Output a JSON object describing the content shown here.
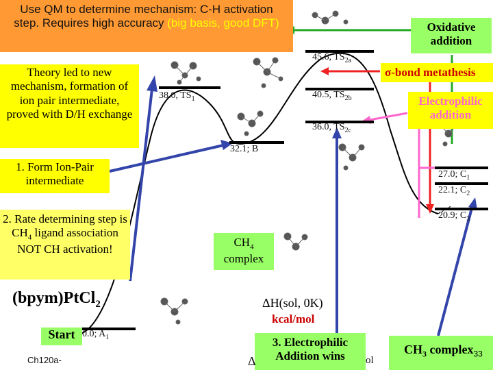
{
  "slide": {
    "title_box": {
      "text_main": "Use QM to determine mechanism: C-H activation step. Requires high accuracy ",
      "text_highlight": "(big basis, good DFT)"
    },
    "theory_box": "Theory led to new mechanism, formation of ion pair intermediate, proved with D/H exchange",
    "step1_box": "1. Form Ion-Pair intermediate",
    "step2_box": {
      "part1": "2. Rate determining step is CH",
      "sub": "4",
      "part2": " ligand association NOT CH activation!"
    },
    "catalyst_label": {
      "main": "(bpym)PtCl",
      "sub": "2"
    },
    "start_label": "Start",
    "footer_course": "Ch120a-",
    "ch4_complex": {
      "main": "CH",
      "sub": "4",
      "rest": " complex"
    },
    "dh_label": "ΔH(sol, 0K)",
    "dh_unit": "kcal/mol",
    "step3_box": "3. Electrophilic Addition wins",
    "ch3_complex": {
      "main": "CH",
      "sub": "3",
      "rest": " complex"
    },
    "slide_number": "33",
    "oxidative_box": "Oxidative addition",
    "sigma_box": "σ-bond metathesis",
    "electrophilic_box": "Electrophilic addition",
    "bottom_fragment": "Δ",
    "bottom_fragment2": "ol"
  },
  "energy_levels": {
    "ts2a": "45.6, TS",
    "ts2a_sub": "2a",
    "ts2b": "40.5, TS",
    "ts2b_sub": "2b",
    "ts1": "38.0, TS",
    "ts1_sub": "1",
    "ts2c": "36.0, TS",
    "ts2c_sub": "2c",
    "b": "32.1; B",
    "c1": "27.0; C",
    "c1_sub": "1",
    "c2": "22.1; C",
    "c2_sub": "2",
    "c3": "20.9; C",
    "c3_sub": "3",
    "a1": "0.0; A",
    "a1_sub": "1"
  },
  "colors": {
    "yellow": "#ffff00",
    "green": "#99ff66",
    "orange": "#ff9933",
    "blue_arrow": "#3344aa",
    "green_arrow": "#22aa22",
    "red_arrow": "#ee2222",
    "pink_arrow": "#ff66cc",
    "text_red": "#ff0000",
    "text_blue": "#0033cc"
  }
}
